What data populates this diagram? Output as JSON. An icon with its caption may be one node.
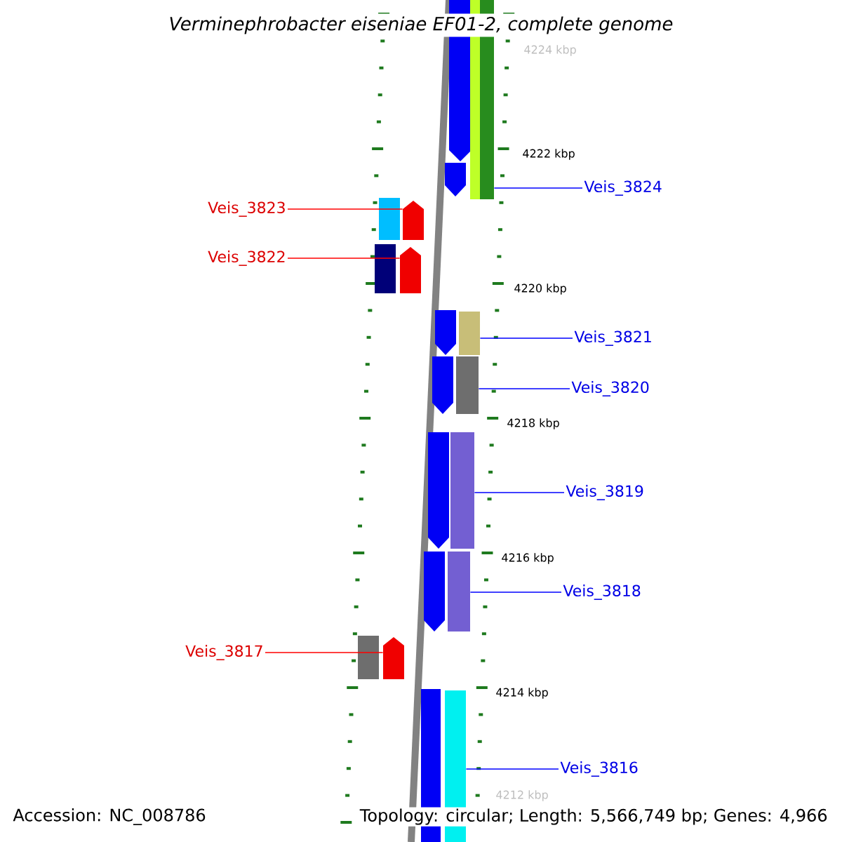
{
  "diagram": {
    "title": "*Verminephrobacter eiseniae EF01-2, complete genome*",
    "nodes": [
      {
        "text": [
          "Veis_3824"
        ]
      },
      {
        "text": [
          "Veis_3823"
        ]
      },
      {
        "text": [
          "Veis_3822"
        ]
      },
      {
        "text": [
          "Veis_3821"
        ]
      },
      {
        "text": [
          "Veis_3820"
        ]
      },
      {
        "text": [
          "Veis_3819"
        ]
      },
      {
        "text": [
          "Veis_3818"
        ]
      },
      {
        "text": [
          "Veis_3817"
        ]
      },
      {
        "text": [
          "Veis_3816"
        ]
      },
      {
        "text": [],
        "shape": "box"
      },
      {
        "text": [],
        "shape": "arrow"
      },
      {
        "text": [],
        "shape": "arrow"
      },
      {
        "text": [],
        "shape": "box"
      },
      {
        "text": [],
        "shape": "box"
      },
      {
        "text": [],
        "shape": "box"
      },
      {
        "text": [],
        "shape": "box"
      },
      {
        "text": [],
        "shape": "arrow"
      },
      {
        "text": [],
        "shape": "box"
      },
      {
        "text": [],
        "shape": "arrow"
      },
      {
        "text": [],
        "shape": "arrow"
      },
      {
        "text": [],
        "shape": "arrow"
      },
      {
        "text": [],
        "shape": "arrow"
      },
      {
        "text": [],
        "shape": "arrow"
      },
      {
        "text": [],
        "shape": "arrow"
      },
      {
        "text": [],
        "shape": "box"
      },
      {
        "text": [],
        "shape": "box"
      },
      {
        "text": [],
        "shape": "box"
      },
      {
        "text": [],
        "shape": "box"
      },
      {
        "text": [],
        "shape": "box"
      }
    ],
    "edges": [
      {
        "from": 0,
        "to": 9,
        "arrow": "none",
        "color": "#0000ff"
      },
      {
        "from": 1,
        "to": 10,
        "arrow": "none",
        "color": "#ff0000"
      },
      {
        "from": 2,
        "to": 11,
        "arrow": "none",
        "color": "#ff0000"
      },
      {
        "from": 3,
        "to": 12,
        "arrow": "none",
        "color": "#0000ff"
      },
      {
        "from": 4,
        "to": 13,
        "arrow": "none",
        "color": "#0000ff"
      },
      {
        "from": 5,
        "to": 14,
        "arrow": "none",
        "color": "#0000ff"
      },
      {
        "from": 6,
        "to": 15,
        "arrow": "none",
        "color": "#0000ff"
      },
      {
        "from": 7,
        "to": 16,
        "arrow": "none",
        "color": "#ff0000"
      },
      {
        "from": 8,
        "to": 17,
        "arrow": "none",
        "color": "#0000ff"
      }
    ],
    "labels": [
      "4224 kbp",
      "4222 kbp",
      "4220 kbp",
      "4218 kbp",
      "4216 kbp",
      "4214 kbp",
      "4212 kbp",
      "Accession: NC_008786",
      "Topology: circular; Length: 5,566,749 bp; Genes: 4,966"
    ]
  }
}
